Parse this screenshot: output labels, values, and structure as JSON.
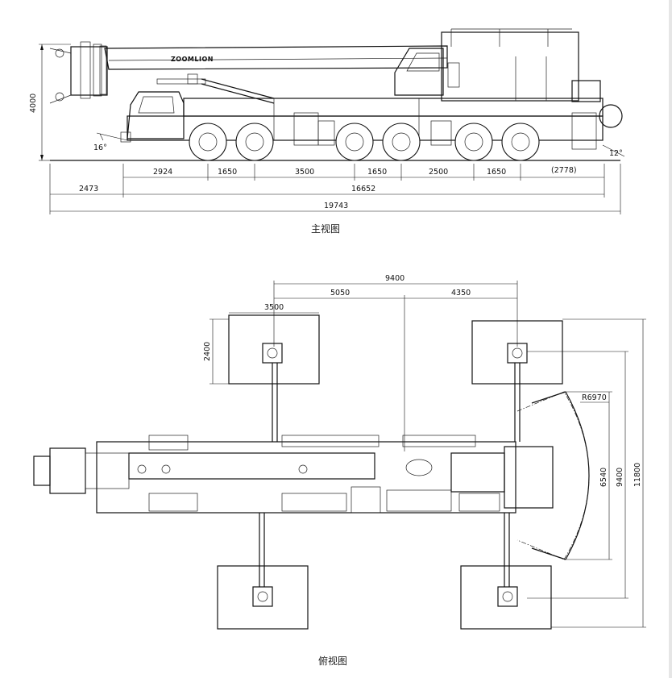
{
  "side_view": {
    "caption": "主视图",
    "brand": "ZOOMLION",
    "height_dim": "4000",
    "angle_front": "16°",
    "angle_rear": "12°",
    "axle_dims": [
      "2924",
      "1650",
      "3500",
      "1650",
      "2500",
      "1650",
      "(2778)"
    ],
    "front_overhang": "2473",
    "wheelbase_total": "16652",
    "overall_length": "19743"
  },
  "top_view": {
    "caption": "俯视图",
    "span_total": "9400",
    "span_left": "5050",
    "span_right": "4350",
    "pad_width": "3500",
    "pad_depth": "2400",
    "radius": "R6970",
    "width_inner": "6540",
    "width_mid": "9400",
    "width_outer": "11800"
  }
}
